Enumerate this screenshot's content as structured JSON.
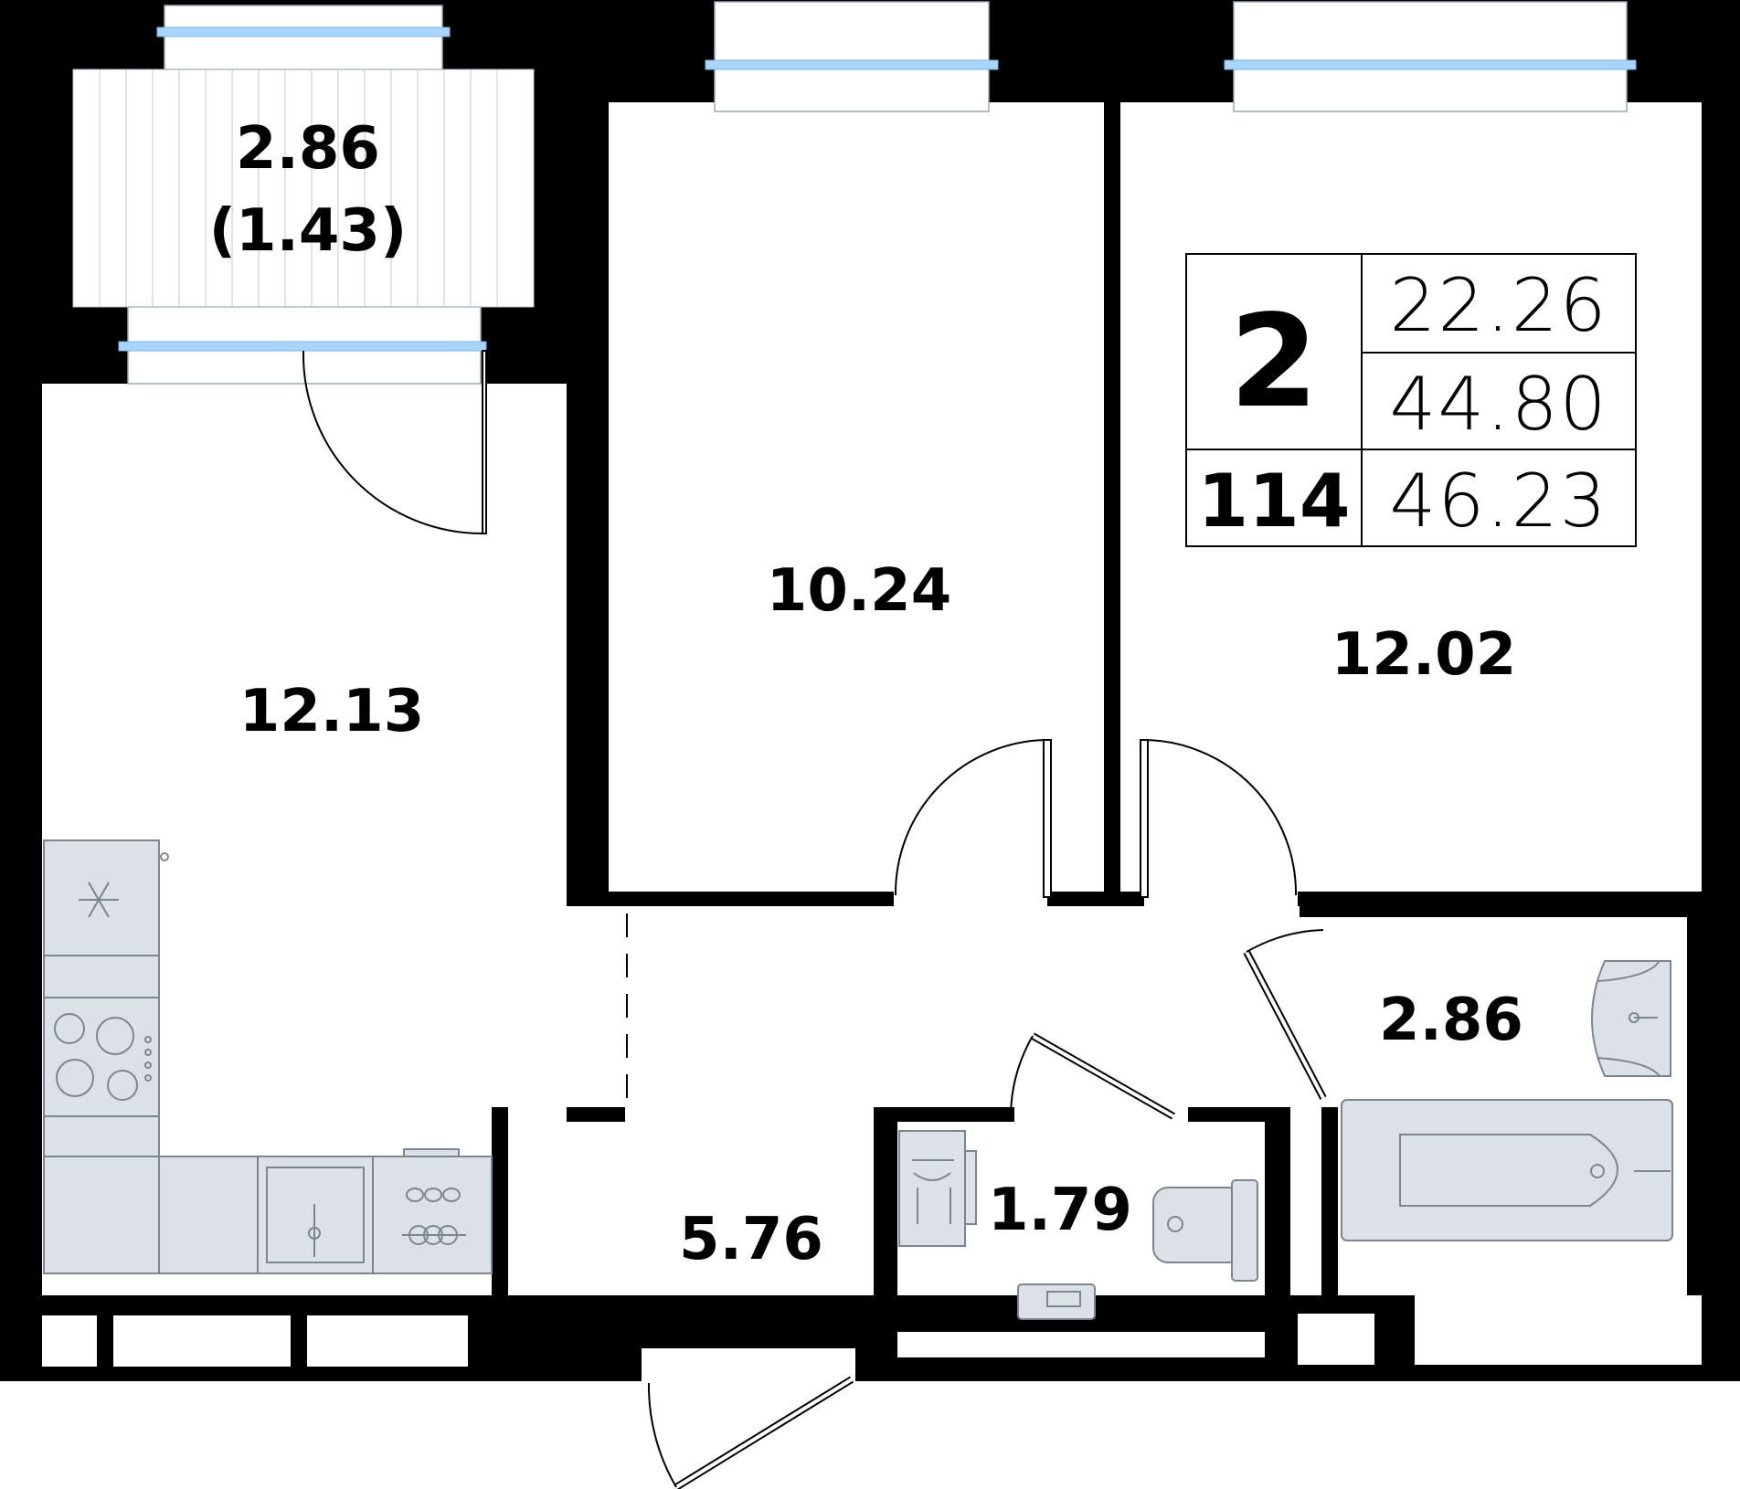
{
  "summary": {
    "rooms": "2",
    "apartment_number": "114",
    "living_area": "22.26",
    "total_area": "44.80",
    "total_area_with_balcony": "46.23"
  },
  "rooms": {
    "balcony_area": "2.86",
    "balcony_reduced_area": "(1.43)",
    "kitchen_area": "12.13",
    "bedroom_left_area": "10.24",
    "bedroom_right_area": "12.02",
    "hallway_area": "5.76",
    "toilet_area": "1.79",
    "bathroom_area": "2.86"
  },
  "colors": {
    "walls": "#000000",
    "window_glass": "#a9d4fb",
    "fixtures": "#dce1e7",
    "fixture_stroke": "#7d8590"
  },
  "icons": [
    "snowflake-icon",
    "stove-icon",
    "sink-icon",
    "cooktop-icon",
    "washbasin-icon",
    "bathtub-icon",
    "toilet-icon",
    "boiler-icon"
  ]
}
